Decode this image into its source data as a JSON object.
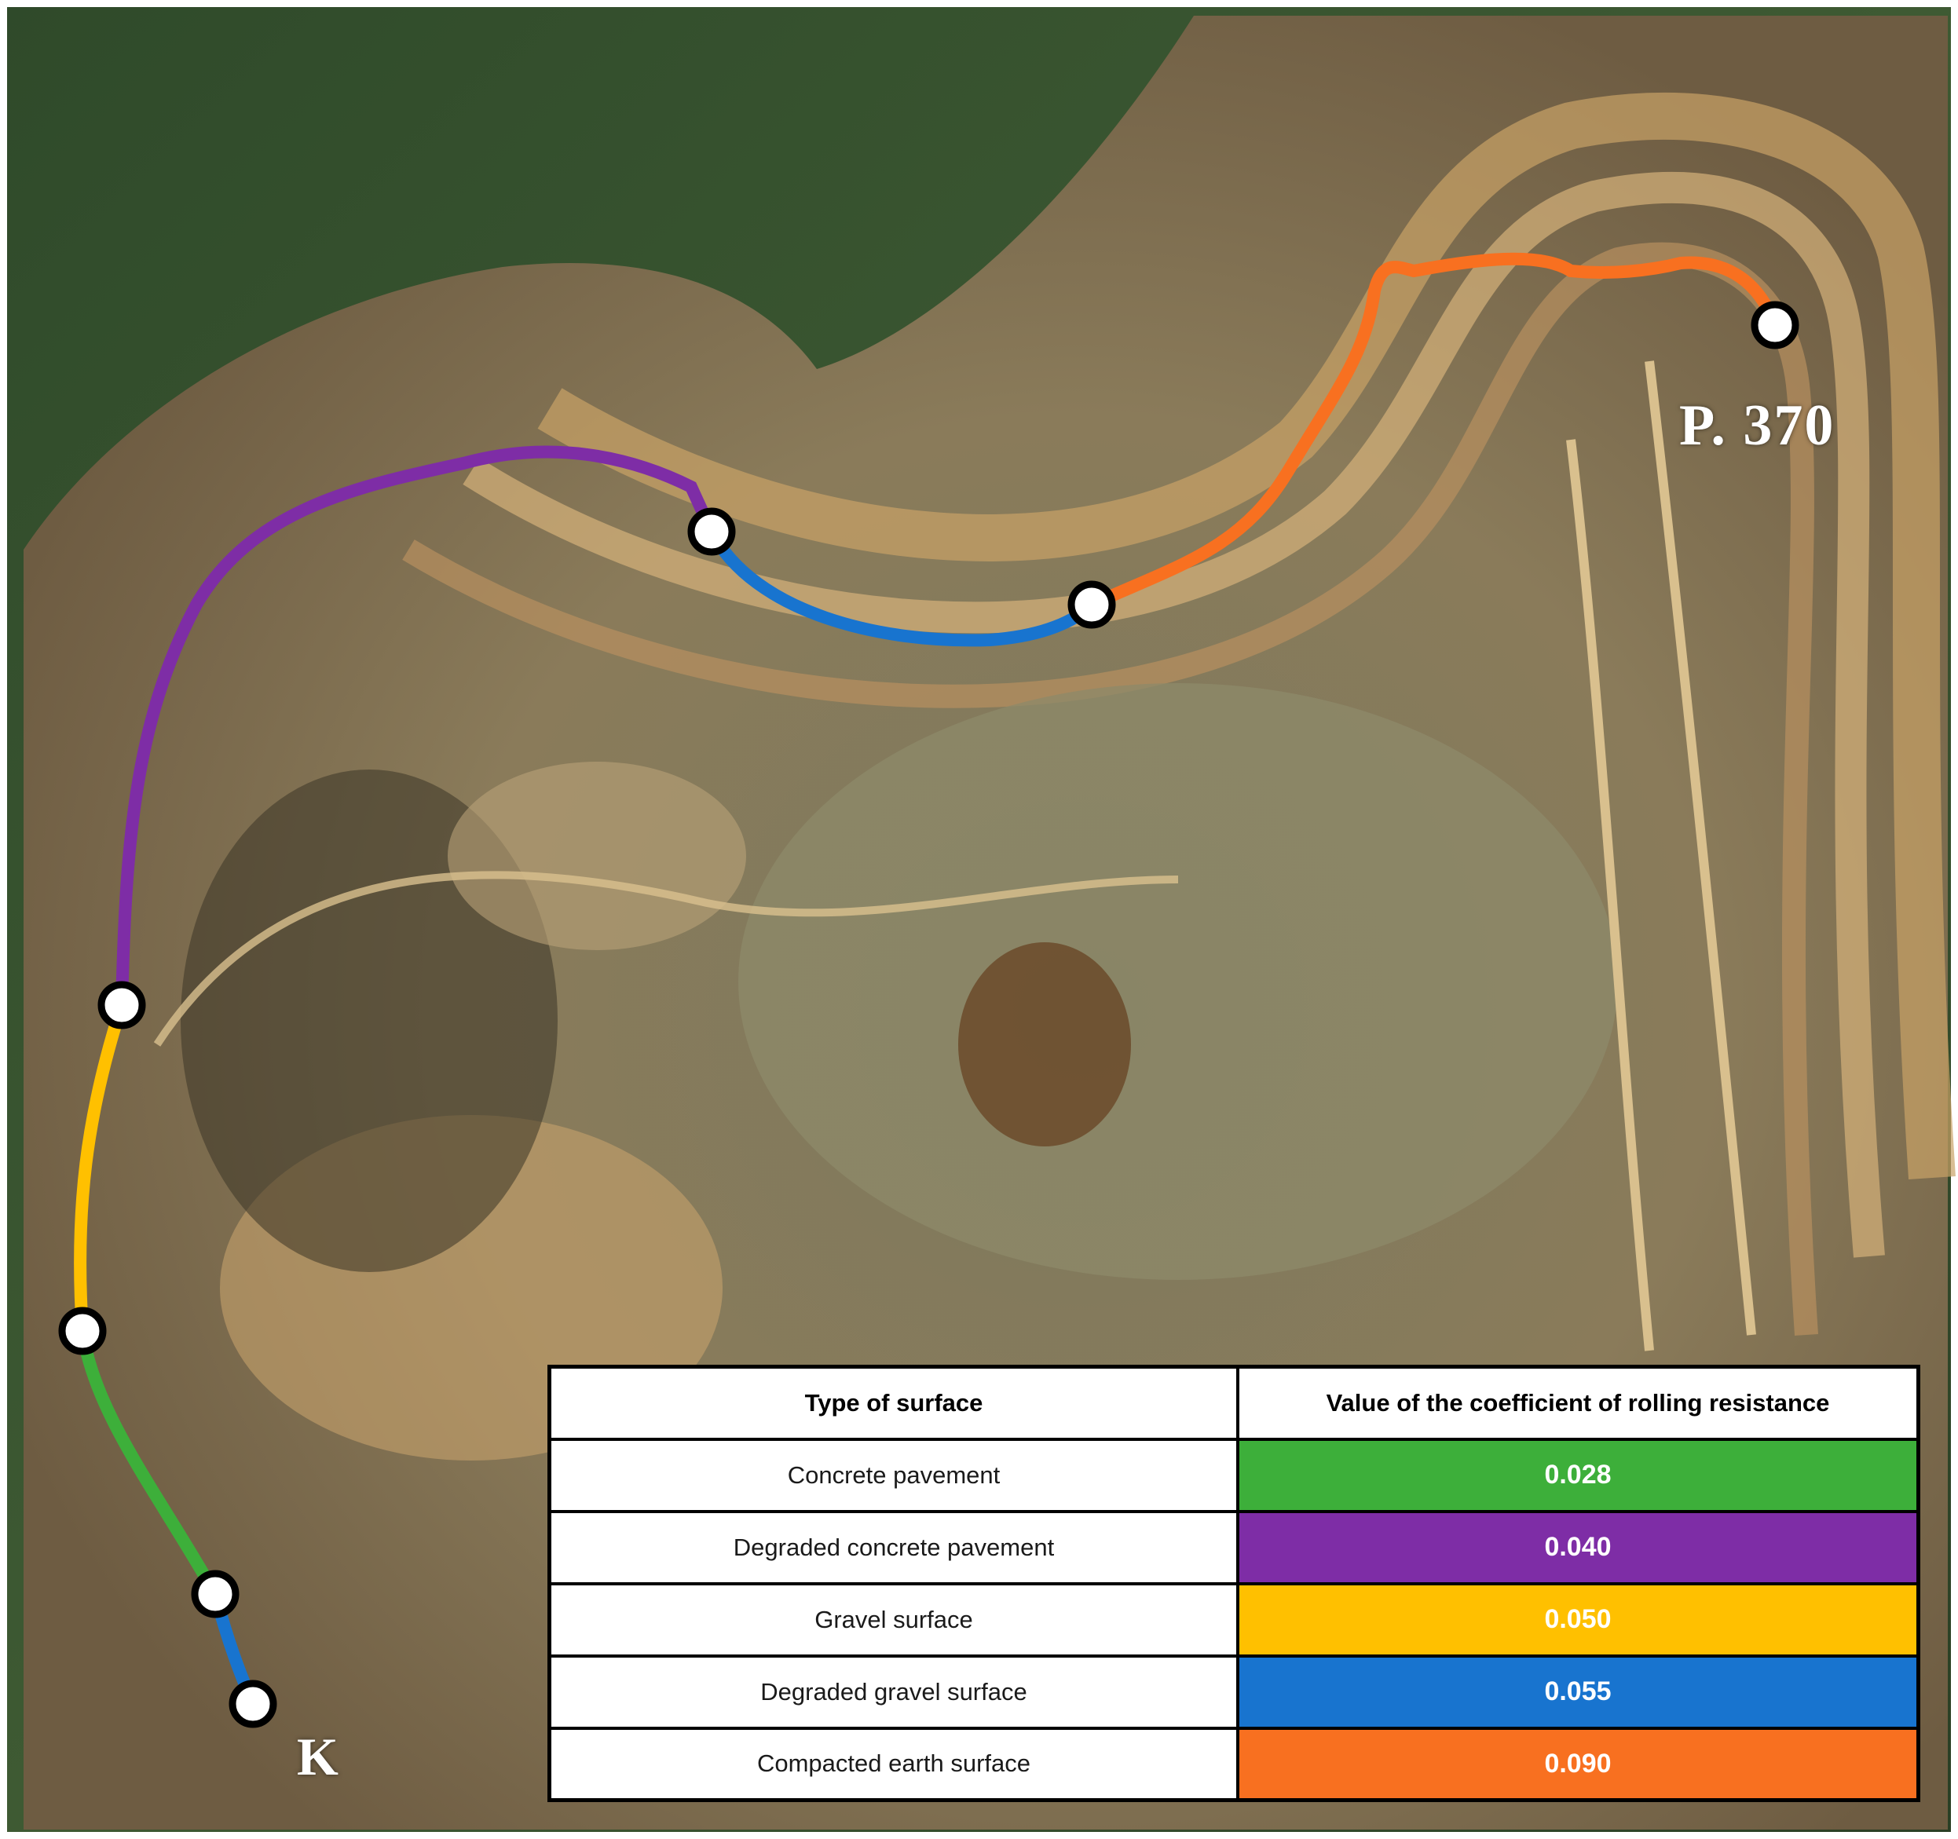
{
  "map": {
    "start_label": "K",
    "end_label": "P. 370"
  },
  "table": {
    "headers": [
      "Type of surface",
      "Value of the coefficient of rolling resistance"
    ],
    "rows": [
      {
        "surface": "Concrete pavement",
        "value": "0.028",
        "color": "#3DAF3A"
      },
      {
        "surface": "Degraded concrete pavement",
        "value": "0.040",
        "color": "#7E2DA6"
      },
      {
        "surface": "Gravel surface",
        "value": "0.050",
        "color": "#FFC000"
      },
      {
        "surface": "Degraded gravel surface",
        "value": "0.055",
        "color": "#1874CF"
      },
      {
        "surface": "Compacted earth surface",
        "value": "0.090",
        "color": "#F87020"
      }
    ]
  }
}
